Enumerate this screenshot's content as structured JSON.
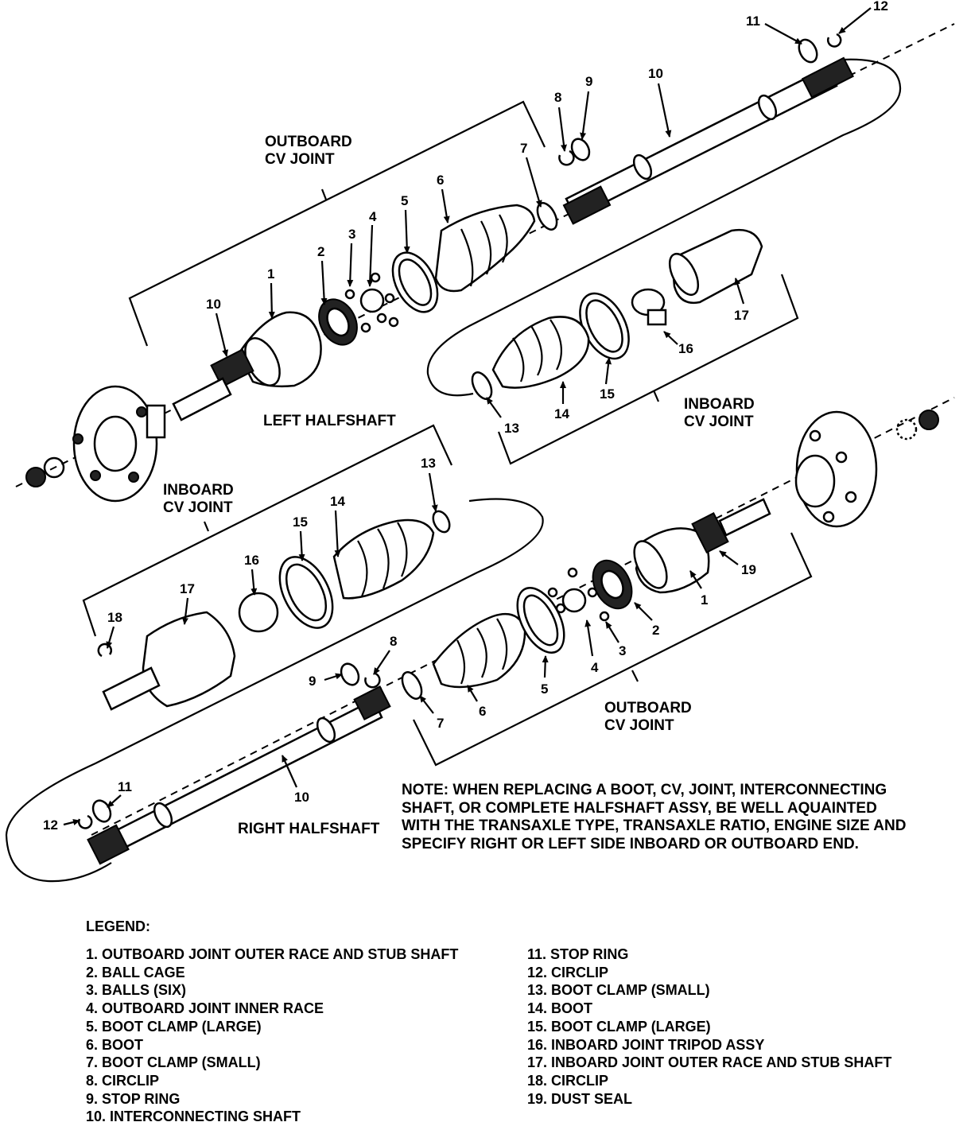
{
  "groups": {
    "top_outboard": [
      "OUTBOARD",
      "CV JOINT"
    ],
    "top_inboard": [
      "INBOARD",
      "CV JOINT"
    ],
    "left_halfshaft": "LEFT HALFSHAFT",
    "mid_inboard": [
      "INBOARD",
      "CV JOINT"
    ],
    "bottom_outboard": [
      "OUTBOARD",
      "CV JOINT"
    ],
    "right_halfshaft": "RIGHT HALFSHAFT"
  },
  "callouts": {
    "left": [
      "11",
      "12",
      "8",
      "9",
      "10",
      "7",
      "6",
      "5",
      "4",
      "3",
      "2",
      "1",
      "10",
      "17",
      "16",
      "15",
      "14",
      "13"
    ],
    "right": [
      "13",
      "14",
      "15",
      "16",
      "17",
      "18",
      "19",
      "1",
      "2",
      "3",
      "4",
      "5",
      "6",
      "7",
      "8",
      "9",
      "10",
      "11",
      "12"
    ]
  },
  "note": [
    "NOTE: WHEN REPLACING A BOOT, CV, JOINT, INTERCONNECTING",
    "SHAFT, OR COMPLETE HALFSHAFT ASSY, BE WELL AQUAINTED",
    "WITH THE TRANSAXLE TYPE, TRANSAXLE RATIO, ENGINE SIZE AND",
    "SPECIFY RIGHT OR LEFT SIDE INBOARD OR OUTBOARD END."
  ],
  "legend": {
    "title": "LEGEND:",
    "left_column": [
      "1. OUTBOARD JOINT OUTER RACE AND STUB SHAFT",
      "2. BALL CAGE",
      "3. BALLS (SIX)",
      "4. OUTBOARD JOINT INNER RACE",
      "5. BOOT CLAMP (LARGE)",
      "6. BOOT",
      "7. BOOT CLAMP (SMALL)",
      "8. CIRCLIP",
      "9. STOP RING",
      "10. INTERCONNECTING SHAFT"
    ],
    "right_column": [
      "11. STOP RING",
      "12. CIRCLIP",
      "13. BOOT CLAMP (SMALL)",
      "14. BOOT",
      "15. BOOT CLAMP (LARGE)",
      "16. INBOARD JOINT TRIPOD ASSY",
      "17. INBOARD JOINT OUTER RACE AND STUB SHAFT",
      "18. CIRCLIP",
      "19. DUST SEAL"
    ]
  }
}
